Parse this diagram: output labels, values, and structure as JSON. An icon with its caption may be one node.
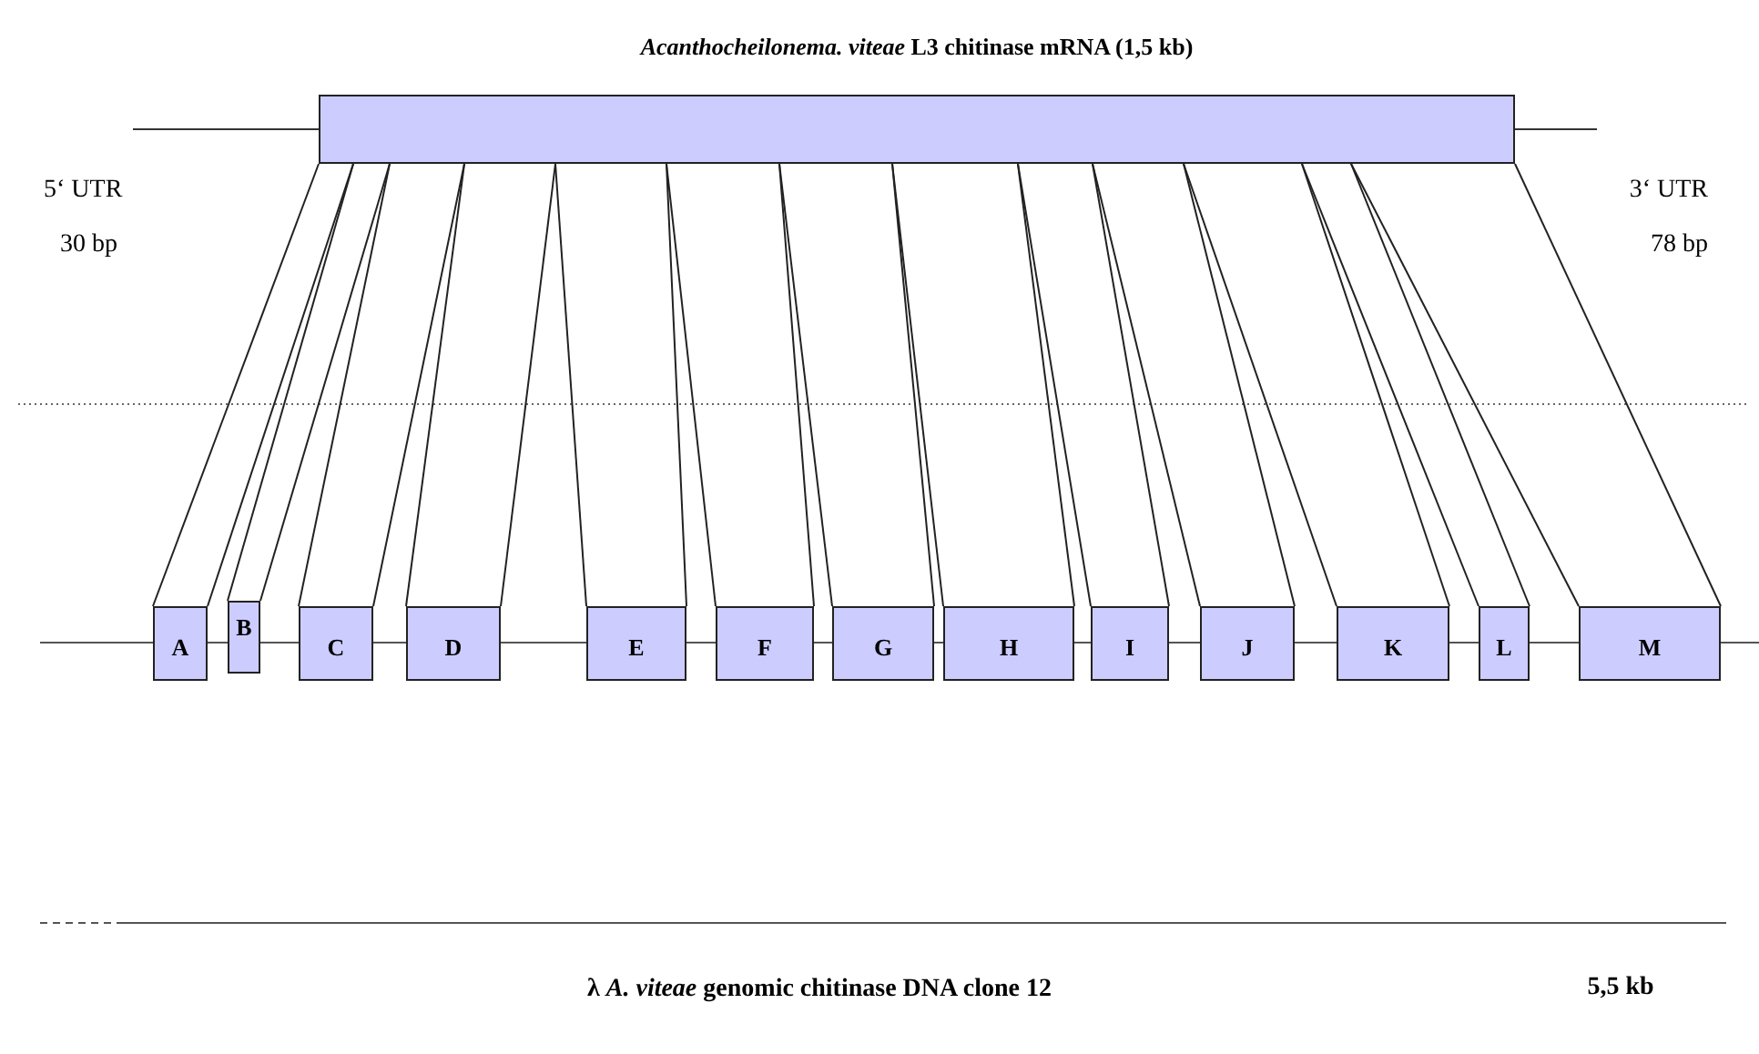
{
  "diagram": {
    "nodes": [
      {
        "text": [
          "*Acanthocheilonema. viteae* L3 chitinase mRNA (1,5 kb)"
        ]
      },
      {
        "text": [
          "A"
        ]
      },
      {
        "text": [
          "B"
        ]
      },
      {
        "text": [
          "C"
        ]
      },
      {
        "text": [
          "D"
        ]
      },
      {
        "text": [
          "E"
        ]
      },
      {
        "text": [
          "F"
        ]
      },
      {
        "text": [
          "G"
        ]
      },
      {
        "text": [
          "H"
        ]
      },
      {
        "text": [
          "I"
        ]
      },
      {
        "text": [
          "J"
        ]
      },
      {
        "text": [
          "K"
        ]
      },
      {
        "text": [
          "L"
        ]
      },
      {
        "text": [
          "M"
        ]
      }
    ],
    "edges": [
      {
        "from": 0,
        "to": 1,
        "arrow": "none"
      },
      {
        "from": 0,
        "to": 1,
        "arrow": "none"
      },
      {
        "from": 0,
        "to": 2,
        "arrow": "none"
      },
      {
        "from": 0,
        "to": 2,
        "arrow": "none"
      },
      {
        "from": 0,
        "to": 3,
        "arrow": "none"
      },
      {
        "from": 0,
        "to": 3,
        "arrow": "none"
      },
      {
        "from": 0,
        "to": 4,
        "arrow": "none"
      },
      {
        "from": 0,
        "to": 4,
        "arrow": "none"
      },
      {
        "from": 0,
        "to": 5,
        "arrow": "none"
      },
      {
        "from": 0,
        "to": 5,
        "arrow": "none"
      },
      {
        "from": 0,
        "to": 6,
        "arrow": "none"
      },
      {
        "from": 0,
        "to": 6,
        "arrow": "none"
      },
      {
        "from": 0,
        "to": 7,
        "arrow": "none"
      },
      {
        "from": 0,
        "to": 7,
        "arrow": "none"
      },
      {
        "from": 0,
        "to": 8,
        "arrow": "none"
      },
      {
        "from": 0,
        "to": 8,
        "arrow": "none"
      },
      {
        "from": 0,
        "to": 9,
        "arrow": "none"
      },
      {
        "from": 0,
        "to": 9,
        "arrow": "none"
      },
      {
        "from": 0,
        "to": 10,
        "arrow": "none"
      },
      {
        "from": 0,
        "to": 10,
        "arrow": "none"
      },
      {
        "from": 0,
        "to": 11,
        "arrow": "none"
      },
      {
        "from": 0,
        "to": 11,
        "arrow": "none"
      },
      {
        "from": 0,
        "to": 12,
        "arrow": "none"
      },
      {
        "from": 0,
        "to": 12,
        "arrow": "none"
      },
      {
        "from": 0,
        "to": 13,
        "arrow": "none"
      },
      {
        "from": 0,
        "to": 13,
        "arrow": "none"
      }
    ],
    "labels": [
      "5‘ UTR",
      "3‘ UTR",
      "30 bp",
      "78 bp",
      "λ *A. viteae* genomic chitinase DNA clone 12",
      "5,5 kb"
    ]
  }
}
